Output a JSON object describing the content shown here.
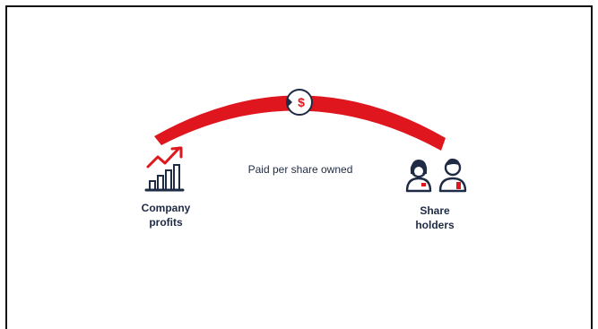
{
  "diagram": {
    "flow_label": "Paid per share owned",
    "source": {
      "line1": "Company",
      "line2": "profits",
      "icon": "profit-chart-icon"
    },
    "target": {
      "line1": "Share",
      "line2": "holders",
      "icon": "shareholders-icon"
    },
    "arc_icon": "dollar-coin-icon",
    "arc_symbol": "$"
  },
  "colors": {
    "accent": "#e0161e",
    "ink": "#1f2a44",
    "frame": "#111111",
    "background": "#ffffff"
  }
}
